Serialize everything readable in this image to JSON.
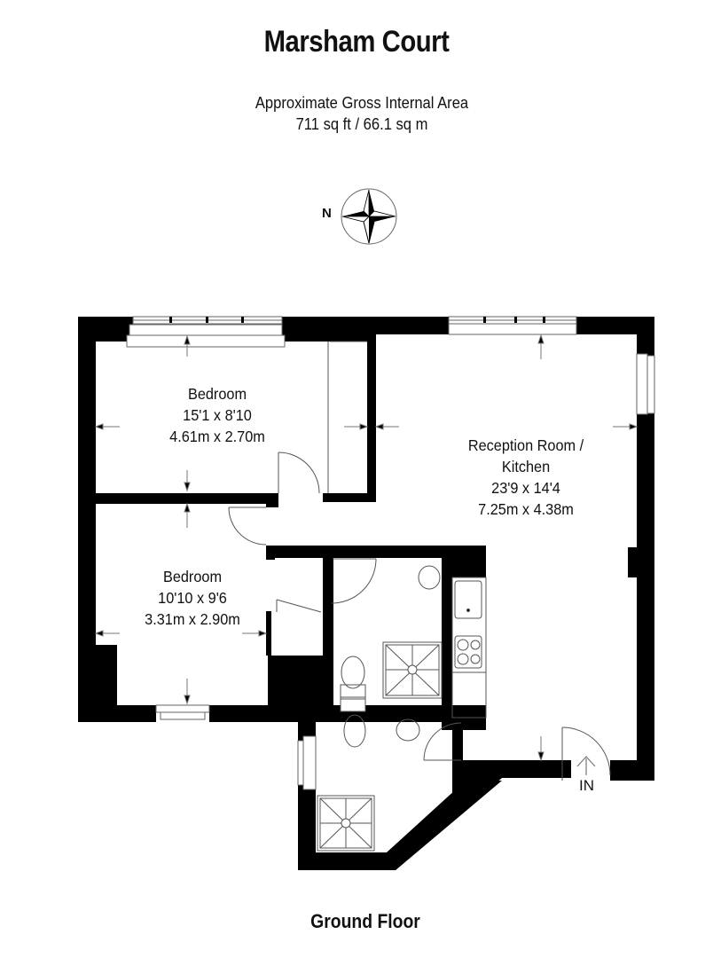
{
  "header": {
    "title": "Marsham Court",
    "area_label": "Approximate Gross Internal Area",
    "area_value": "711 sq ft / 66.1 sq m"
  },
  "compass": {
    "label": "N",
    "icon": "compass-rose-icon"
  },
  "rooms": [
    {
      "name": "Bedroom",
      "imperial": "15'1 x 8'10",
      "metric": "4.61m x 2.70m"
    },
    {
      "name": "Reception Room /",
      "name_line2": "Kitchen",
      "imperial": "23'9 x 14'4",
      "metric": "7.25m x 4.38m"
    },
    {
      "name": "Bedroom",
      "imperial": "10'10 x 9'6",
      "metric": "3.31m x 2.90m"
    }
  ],
  "entrance": {
    "label": "IN"
  },
  "footer": {
    "floor_label": "Ground Floor"
  },
  "colors": {
    "wall": "#000000",
    "background": "#ffffff",
    "fixture_line": "#555555"
  }
}
